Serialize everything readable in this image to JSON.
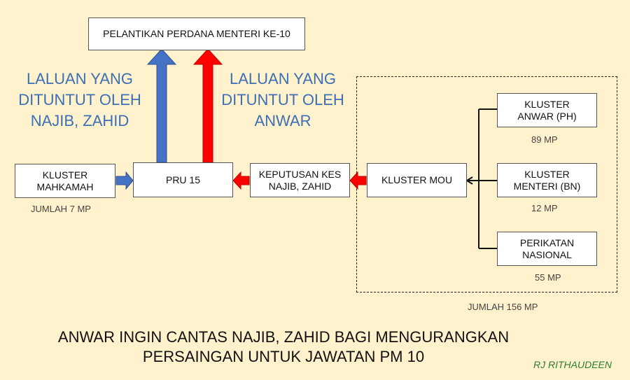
{
  "colors": {
    "background": "#fff2cc",
    "blue": "#4472c4",
    "red": "#ff0000",
    "credit_green": "#2e7d32",
    "route_blue_text": "#3d6fb6"
  },
  "nodes": {
    "pelantikan": "PELANTIKAN PERDANA MENTERI KE-10",
    "pru15": "PRU 15",
    "kluster_mahkamah": [
      "KLUSTER",
      "MAHKAMAH"
    ],
    "keputusan_kes": [
      "KEPUTUSAN KES",
      "NAJIB, ZAHID"
    ],
    "kluster_mou": "KLUSTER MOU",
    "kluster_anwar": [
      "KLUSTER",
      "ANWAR (PH)"
    ],
    "kluster_menteri": [
      "KLUSTER",
      "MENTERI (BN)"
    ],
    "perikatan": [
      "PERIKATAN",
      "NASIONAL"
    ]
  },
  "captions": {
    "mahkamah_count": "JUMLAH 7 MP",
    "anwar_count": "89 MP",
    "menteri_count": "12 MP",
    "perikatan_count": "55 MP",
    "mou_total": "JUMLAH 156 MP"
  },
  "routes": {
    "najib_zahid": [
      "LALUAN YANG",
      "DITUNTUT OLEH",
      "NAJIB, ZAHID"
    ],
    "anwar": [
      "LALUAN YANG",
      "DITUNTUT OLEH",
      "ANWAR"
    ]
  },
  "footer": {
    "line1": "ANWAR INGIN CANTAS NAJIB, ZAHID BAGI MENGURANGKAN",
    "line2": "PERSAINGAN UNTUK JAWATAN PM 10",
    "credit": "RJ RITHAUDEEN"
  }
}
